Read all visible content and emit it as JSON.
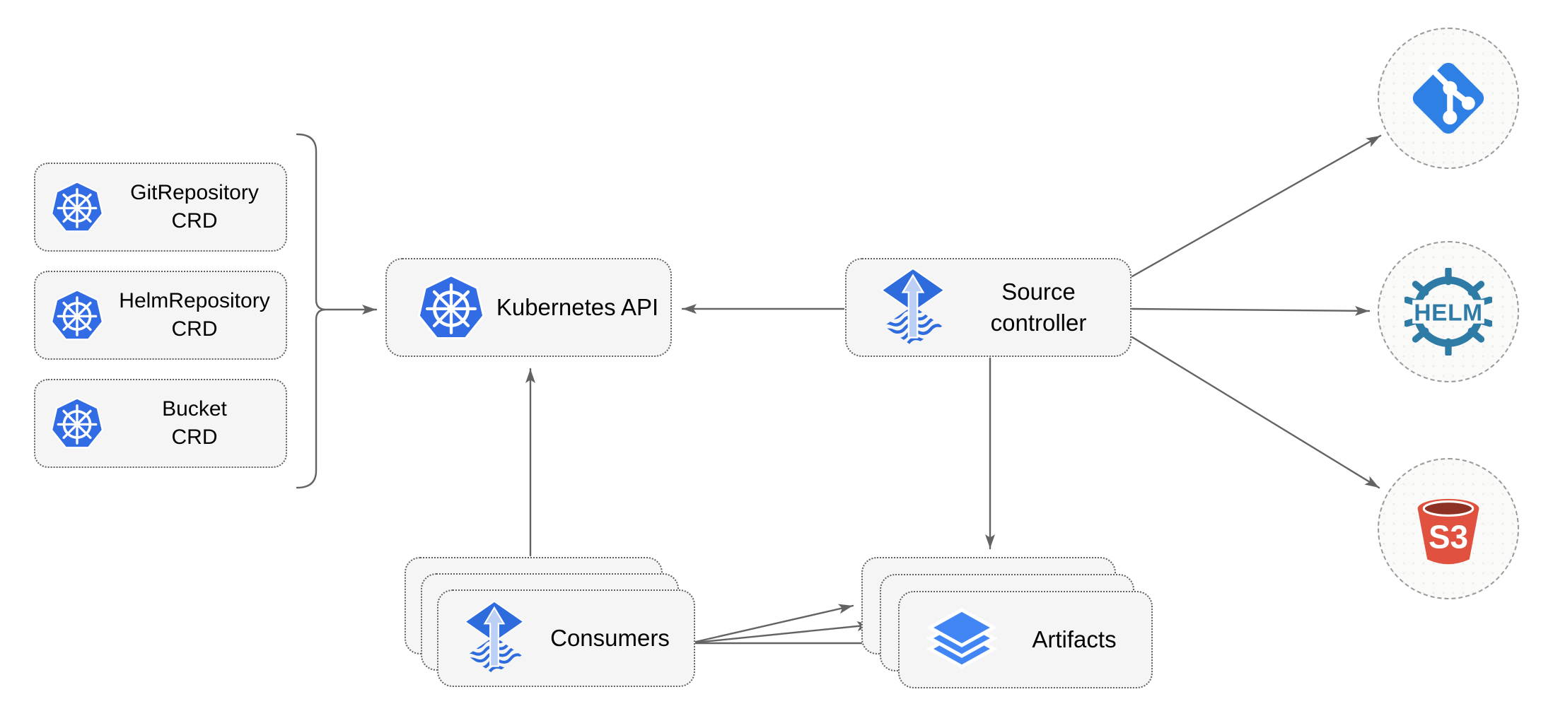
{
  "nodes": {
    "crds": [
      {
        "line1": "GitRepository",
        "line2": "CRD"
      },
      {
        "line1": "HelmRepository",
        "line2": "CRD"
      },
      {
        "line1": "Bucket",
        "line2": "CRD"
      }
    ],
    "kubernetes_api": {
      "label": "Kubernetes API"
    },
    "source_controller": {
      "line1": "Source",
      "line2": "controller"
    },
    "consumers": {
      "label": "Consumers"
    },
    "artifacts": {
      "label": "Artifacts"
    }
  },
  "endpoints": {
    "helm_label": "HELM",
    "s3_label": "S3"
  },
  "colors": {
    "kubernetes_blue": "#326CE5",
    "flux_blue": "#2E6CDE",
    "flux_arrow_light": "#BCCFF4",
    "layers_blue": "#4285F4",
    "git_blue": "#2F80E4",
    "helm_teal": "#2E7BA6",
    "s3_red": "#E0523F",
    "s3_dark_red": "#8C3123",
    "connector_gray": "#636363",
    "node_fill": "#F5F5F5",
    "node_border": "#606060",
    "circle_fill": "#FAFAF8",
    "circle_border": "#9A9A9A",
    "text": "#000000"
  }
}
